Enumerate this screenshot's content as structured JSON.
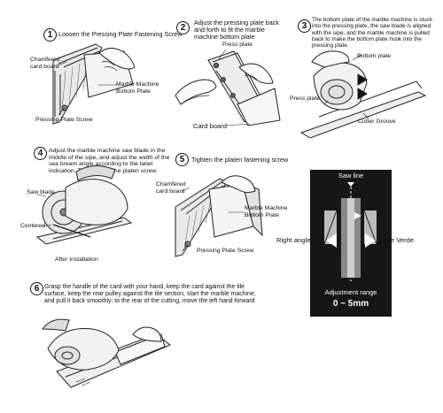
{
  "steps": [
    {
      "num": "1",
      "text": "Loosen the Pressing Plate Fastening Screw"
    },
    {
      "num": "2",
      "text": "Adjust the pressing plate back and forth to fit the marble machine bottom plate"
    },
    {
      "num": "3",
      "text": "The bottom plate of the marble machine is stuck into the pressing plate, the saw blade is aligned with the sipe, and the marble machine is pulled back to make the bottom plate hook into the pressing plate."
    },
    {
      "num": "4",
      "text": "Adjust the marble machine saw blade in the middle of the sipe, and adjust the width of the sea bream angle according to the label indication. Then tighten the platen screw"
    },
    {
      "num": "5",
      "text": "Tighten the platen fastening screw"
    },
    {
      "num": "6",
      "text": "Grasp the handle of the card with your hand, keep the card against the tile surface, keep the rear pulley against the tile section, start the marble machine, and pull it back smoothly: to the rear of the cutting, move the left hand forward"
    }
  ],
  "labels": {
    "s1_chamfered": "Chamfered card board",
    "s1_marble": "Marble Machine Bottom Plate",
    "s1_screw": "Pressing Plate Screw",
    "s2_press": "Press plate",
    "s2_card": "Card board",
    "s3_bottom": "Bottom plate",
    "s3_press": "Press plate",
    "s3_groove": "Cutter Groove",
    "s4_saw": "Saw blade",
    "s4_centered": "Centered",
    "s4_after": "After Installation",
    "s5_chamfered": "Chamfered card board",
    "s5_marble": "Marble Machine Bottom Plate",
    "s5_screw": "Pressing Plate Screw"
  },
  "panel": {
    "saw_line": "Saw line",
    "right_angle": "Right angle",
    "cape_verde": "Cape Verde",
    "adjust_title": "Adjustment range",
    "adjust_value": "0 ~ 5mm"
  }
}
